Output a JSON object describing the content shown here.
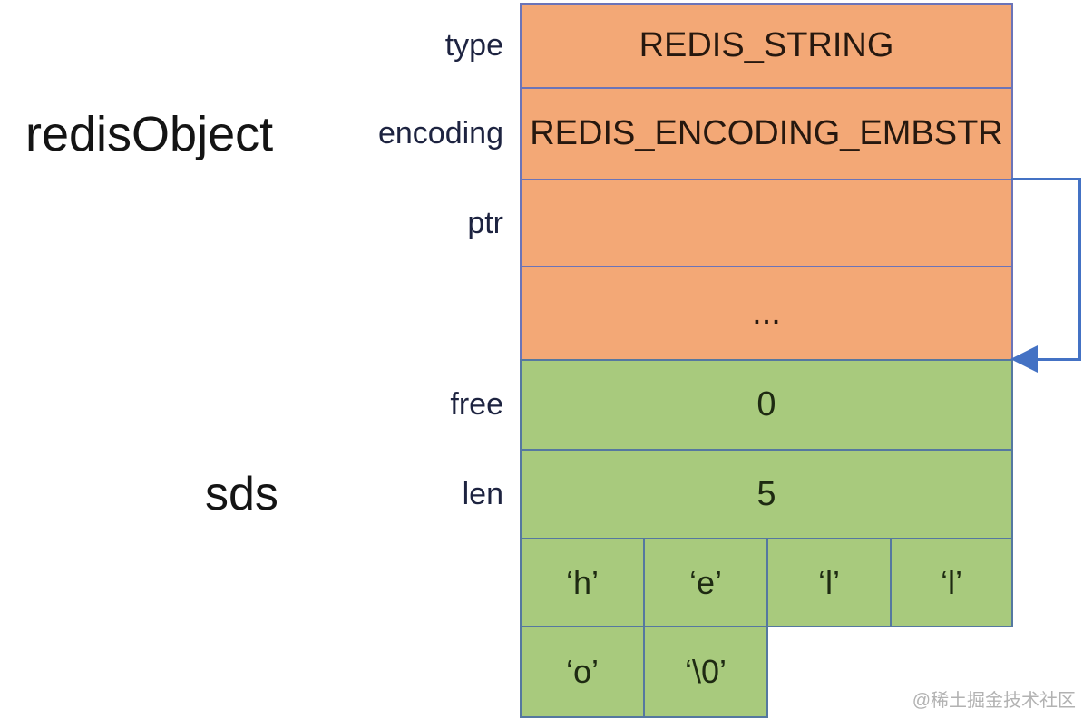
{
  "labels": {
    "redis_object": "redisObject",
    "sds": "sds"
  },
  "fields": {
    "type": "type",
    "encoding": "encoding",
    "ptr": "ptr",
    "free": "free",
    "len": "len"
  },
  "values": {
    "type": "REDIS_STRING",
    "encoding": "REDIS_ENCODING_EMBSTR",
    "ptr": "",
    "ellipsis": "...",
    "free": "0",
    "len": "5"
  },
  "chars": {
    "row1": [
      "‘h’",
      "‘e’",
      "‘l’",
      "‘l’"
    ],
    "row2": [
      "‘o’",
      "‘\\0’"
    ]
  },
  "watermark": "@稀土掘金技术社区",
  "colors": {
    "redis_object_fill": "#F3A876",
    "redis_object_border": "#6B74B8",
    "sds_fill": "#A8CA7D",
    "sds_border": "#5578A0",
    "arrow": "#4472C4",
    "field_label_text": "#1d2340",
    "struct_label_text": "#141414",
    "watermark_text": "#b2b2b2"
  }
}
